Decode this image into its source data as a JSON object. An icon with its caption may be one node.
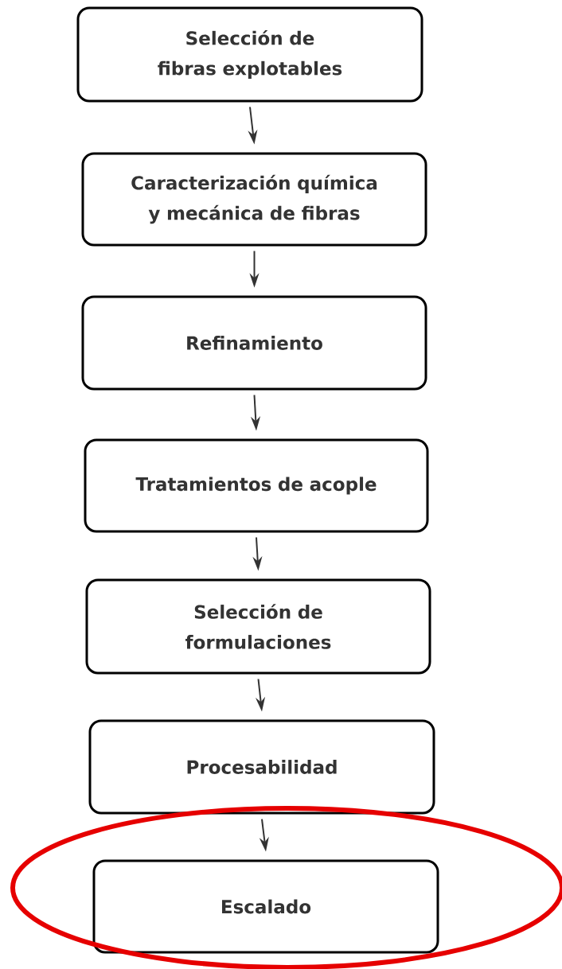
{
  "diagram": {
    "nodes": [
      {
        "text": [
          "Selección de fibras explotables"
        ]
      },
      {
        "text": [
          "Caracterización química y mecánica de fibras"
        ]
      },
      {
        "text": [
          "Refinamiento"
        ]
      },
      {
        "text": [
          "Tratamientos de acople"
        ]
      },
      {
        "text": [
          "Selección de formulaciones"
        ]
      },
      {
        "text": [
          "Procesabilidad"
        ]
      },
      {
        "text": [
          "Escalado"
        ]
      }
    ],
    "edges": [
      {
        "from": 0,
        "to": 1,
        "arrow": "to"
      },
      {
        "from": 1,
        "to": 2,
        "arrow": "to"
      },
      {
        "from": 2,
        "to": 3,
        "arrow": "to"
      },
      {
        "from": 3,
        "to": 4,
        "arrow": "to"
      },
      {
        "from": 4,
        "to": 5,
        "arrow": "to"
      },
      {
        "from": 5,
        "to": 6,
        "arrow": "to"
      }
    ]
  }
}
